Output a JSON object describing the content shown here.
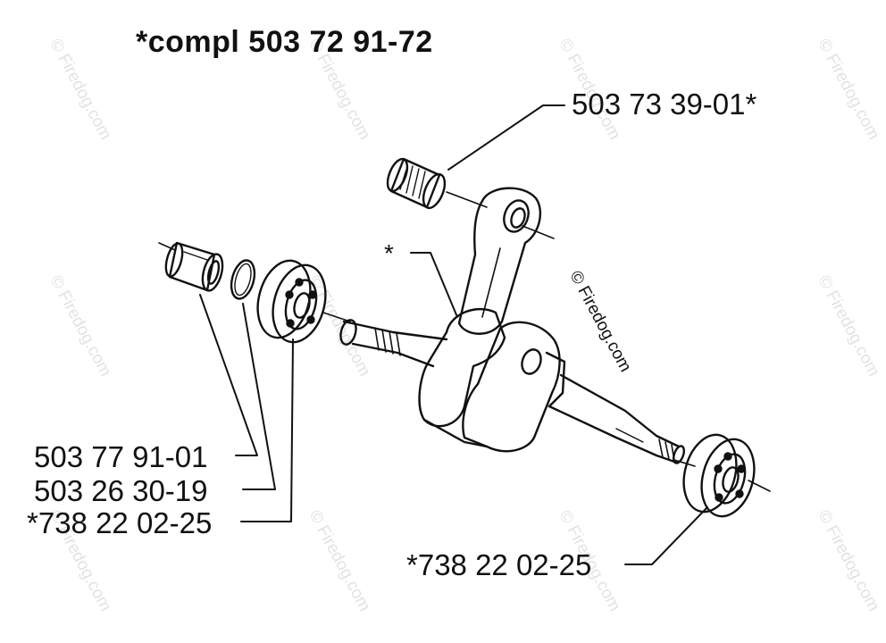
{
  "title": "*compl 503 72 91-72",
  "watermark": "© Firedog.com",
  "labels": {
    "needle_bearing": "503 73 39-01*",
    "crankshaft_star": "*",
    "part_a": "503 77 91-01",
    "part_b": "503 26 30-19",
    "part_c": "*738 22 02-25",
    "part_d": "*738 22 02-25"
  },
  "colors": {
    "ink": "#111111",
    "watermark": "#e3e3e3",
    "background": "#ffffff"
  }
}
